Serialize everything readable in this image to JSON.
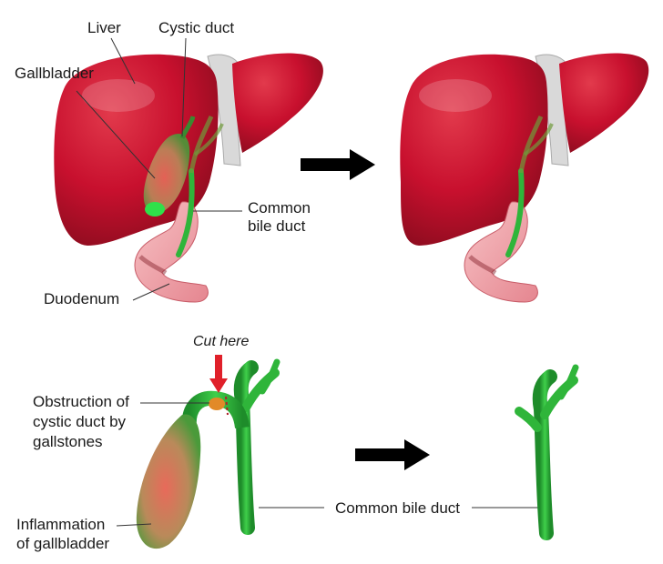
{
  "top_left": {
    "labels": {
      "liver": "Liver",
      "cystic_duct": "Cystic duct",
      "gallbladder": "Gallbladder",
      "common_bile_duct_1": "Common",
      "common_bile_duct_2": "bile duct",
      "duodenum": "Duodenum"
    }
  },
  "bottom_left": {
    "labels": {
      "cut_here": "Cut here",
      "obstruction_1": "Obstruction of",
      "obstruction_2": "cystic duct by",
      "obstruction_3": "gallstones",
      "inflammation_1": "Inflammation",
      "inflammation_2": "of gallbladder",
      "common_bile_duct": "Common bile duct"
    }
  },
  "colors": {
    "liver": "#c8102e",
    "liver_dark": "#8e0c1f",
    "duct_green": "#2fb53a",
    "duct_dark": "#1e8c2a",
    "duodenum": "#f2a3a8",
    "arrow": "#000000",
    "cut_arrow": "#e0202a"
  }
}
